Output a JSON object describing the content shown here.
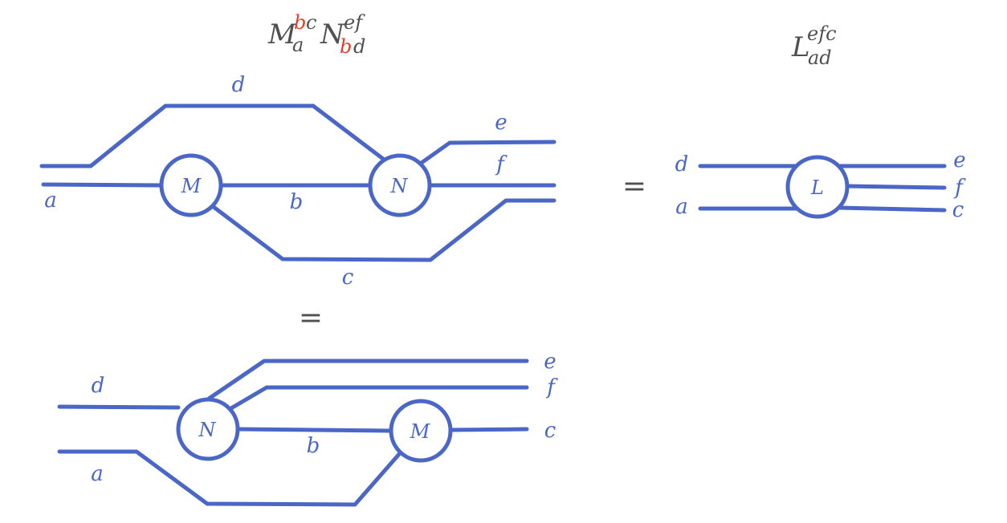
{
  "colors": {
    "wire": "#4a66c7",
    "text_dark": "#505050",
    "highlight": "#e0402a"
  },
  "formula_left": {
    "M": "M",
    "M_sub": "a",
    "M_sup_b": "b",
    "M_sup_c": "c",
    "N": "N",
    "N_sup": "ef",
    "N_sub_b": "b",
    "N_sub_d": "d"
  },
  "formula_right": {
    "L": "L",
    "L_sup": "efc",
    "L_sub": "ad"
  },
  "equals": "=",
  "top_diagram": {
    "node_m": "M",
    "node_n": "N",
    "label_a": "a",
    "label_b": "b",
    "label_c": "c",
    "label_d": "d",
    "label_e": "e",
    "label_f": "f"
  },
  "bottom_diagram": {
    "node_n": "N",
    "node_m": "M",
    "label_a": "a",
    "label_b": "b",
    "label_c": "c",
    "label_d": "d",
    "label_e": "e",
    "label_f": "f"
  },
  "right_diagram": {
    "node_l": "L",
    "label_d": "d",
    "label_a": "a",
    "label_e": "e",
    "label_f": "f",
    "label_c": "c"
  }
}
